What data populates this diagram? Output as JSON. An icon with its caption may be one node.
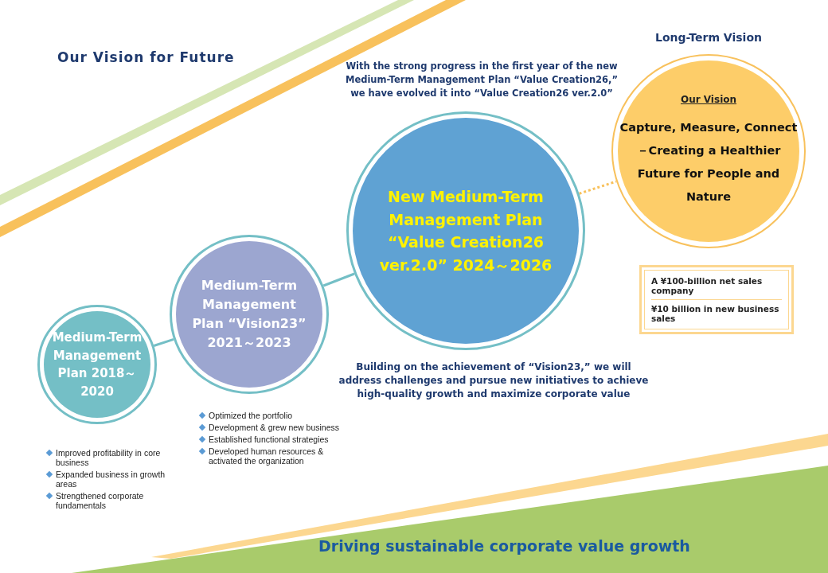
{
  "diagram": {
    "title": "Our Vision for Future",
    "nodes": [
      {
        "text": [
          "Medium-Term Management Plan 2018～2020"
        ],
        "beside": [
          "Improved profitability in core business",
          "Expanded business in growth areas",
          "Strengthened corporate fundamentals"
        ]
      },
      {
        "text": [
          "Medium-Term Management Plan “Vision23” 2021～2023"
        ],
        "beside": [
          "Optimized the portfolio",
          "Development & grew new business",
          "Established functional strategies",
          "Developed human resources & activated the organization"
        ]
      },
      {
        "text": [
          "New Medium-Term Management Plan “Value Creation26 ver.2.0” 2024～2026"
        ]
      },
      {
        "text": [
          "Long-Term Vision",
          "Our Vision",
          "Capture, Measure, Connect －Creating a Healthier Future for People and Nature"
        ]
      },
      {
        "text": [
          "A ¥100-billion net sales company",
          "¥10 billion in new business sales"
        ]
      }
    ],
    "edges": [
      {
        "from": 0,
        "to": 1,
        "arrow": "none"
      },
      {
        "from": 1,
        "to": 2,
        "arrow": "none"
      },
      {
        "from": 2,
        "to": 3,
        "arrow": "none",
        "style": "dashed",
        "color": "#f8c15c"
      }
    ],
    "labels": [
      "With the strong progress in the first year of the new Medium-Term Management Plan “Value Creation26,” we have evolved it into “Value Creation26 ver.2.0”",
      "Building on the achievement of “Vision23,” we will address challenges and pursue new initiatives to achieve high-quality growth and maximize corporate value",
      "Driving sustainable corporate value growth"
    ]
  }
}
